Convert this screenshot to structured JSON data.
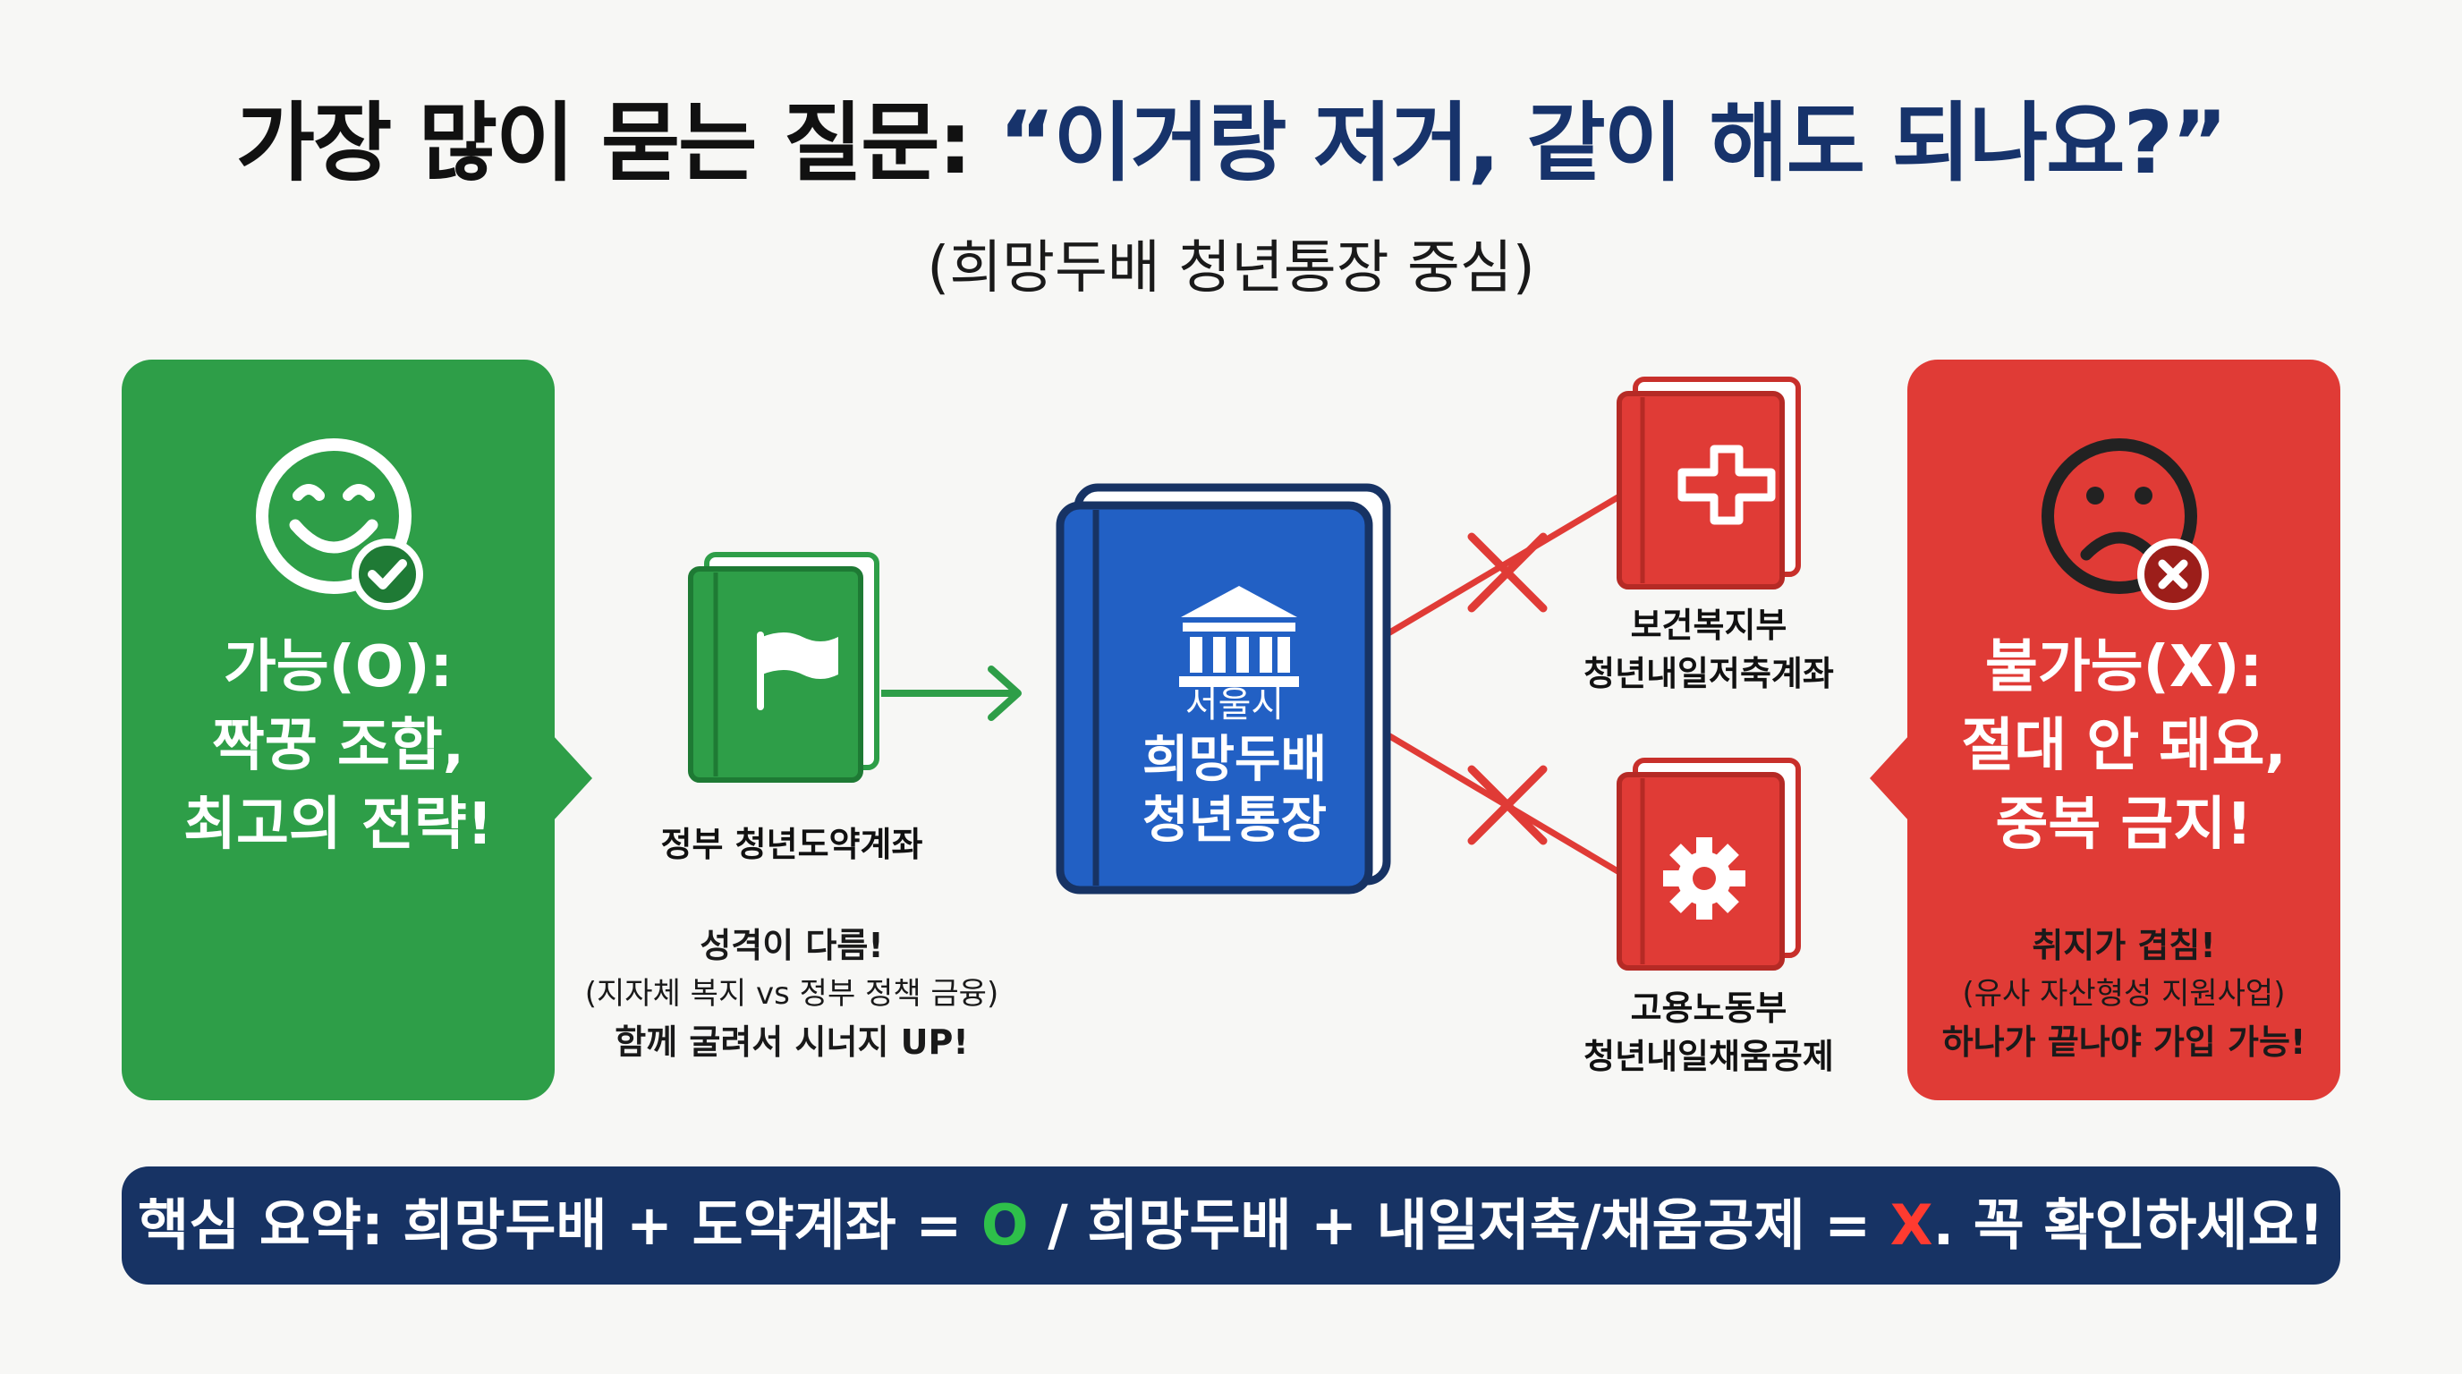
{
  "title": {
    "prefix": "가장 많이 묻는 질문: ",
    "question": "“이거랑 저거, 같이 해도 되나요?”"
  },
  "subtitle": "(희망두배 청년통장 중심)",
  "colors": {
    "green": "#2e9e48",
    "red": "#e03b36",
    "navy": "#173364",
    "blue_book": "#2260c4"
  },
  "left_panel": {
    "icon": "smiley-check-icon",
    "lines": [
      "가능(O):",
      "짝꿍 조합,",
      "최고의 전략!"
    ]
  },
  "right_panel": {
    "icon": "sad-face-x-icon",
    "lines": [
      "불가능(X):",
      "절대 안 돼요,",
      "중복 금지!"
    ],
    "note_bold": "취지가 겹침!",
    "note": "(유사 자산형성 지원사업)",
    "note_bold2": "하나가 끝나야 가입 가능!"
  },
  "gov_account": {
    "icon": "flag-book-icon",
    "label": "정부 청년도약계좌",
    "note_bold": "성격이 다름!",
    "note": "(지자체 복지 vs 정부 정책 금융)",
    "note_bold2": "함께 굴려서 시너지 UP!"
  },
  "center_book": {
    "icon": "bank-building-icon",
    "city": "서울시",
    "name_line1": "희망두배",
    "name_line2": "청년통장"
  },
  "red_books": [
    {
      "icon": "medical-cross-icon",
      "line1": "보건복지부",
      "line2": "청년내일저축계좌"
    },
    {
      "icon": "gear-icon",
      "line1": "고용노동부",
      "line2": "청년내일채움공제"
    }
  ],
  "bottom": {
    "prefix": "핵심 요약: 희망두배 + 도약계좌 = ",
    "o": "O",
    "middle": " / 희망두배 + 내일저축/채움공제 = ",
    "x": "X",
    "suffix": ". 꼭 확인하세요!"
  }
}
